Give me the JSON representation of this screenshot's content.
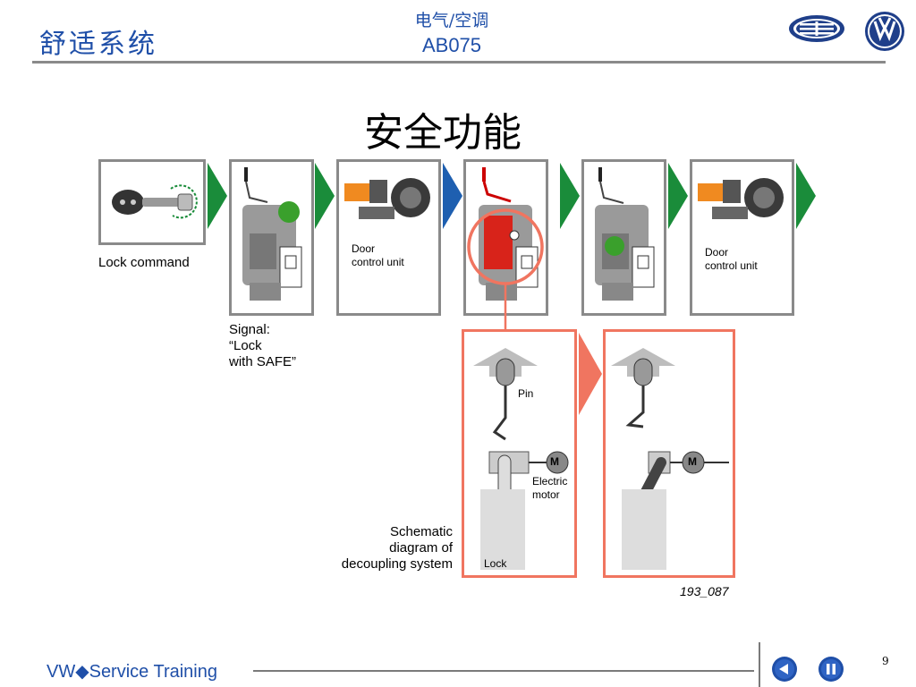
{
  "header": {
    "section_title": "舒适系统",
    "subtitle": "电气/空调",
    "code": "AB075"
  },
  "title": "安全功能",
  "sequence": {
    "lock_command_label": "Lock command",
    "door_control_unit_1": "Door\ncontrol unit",
    "door_control_unit_2": "Door\ncontrol unit",
    "signal_label": "Signal:\n“Lock\nwith SAFE”"
  },
  "schematic": {
    "caption": "Schematic\ndiagram of\ndecoupling system",
    "pin_label": "Pin",
    "motor_label": "Electric\nmotor",
    "lock_label": "Lock",
    "motor_symbol": "M",
    "figure_id": "193_087"
  },
  "footer": {
    "brand_text": "VW◆Service Training",
    "page_number": "9"
  },
  "icons": {
    "faw_logo": "faw-logo-icon",
    "vw_logo": "vw-logo-icon",
    "prev": "prev-icon",
    "pause": "pause-icon"
  },
  "colors": {
    "brand_blue": "#1f4fa8",
    "arrow_green": "#1a8c3a",
    "arrow_blue": "#1e5fb0",
    "highlight_orange": "#f07560"
  }
}
